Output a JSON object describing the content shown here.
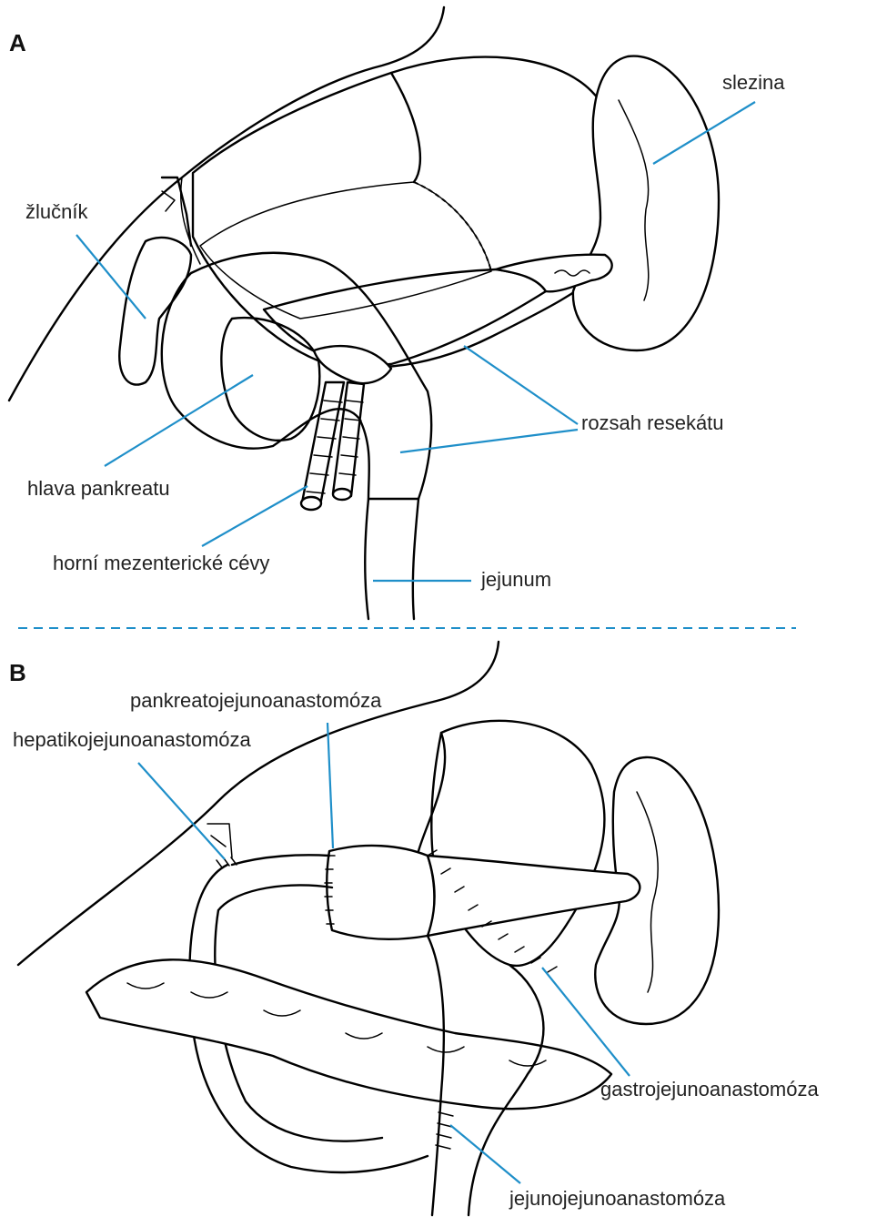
{
  "colors": {
    "leader_line": "#1f8fc9",
    "separator": "#1f8fc9",
    "outline": "#000000",
    "text": "#222222"
  },
  "panel_a": {
    "label": "A",
    "labels": {
      "slezina": "slezina",
      "zlucnik": "žlučník",
      "rozsah_resekatu": "rozsah resekátu",
      "hlava_pankreatu": "hlava pankreatu",
      "horni_mezentericke_cevy": "horní mezenterické cévy",
      "jejunum": "jejunum"
    }
  },
  "panel_b": {
    "label": "B",
    "labels": {
      "pankreatojejunoanastomoza": "pankreatojejunoanastomóza",
      "hepatikojejunoanastomoza": "hepatikojejunoanastomóza",
      "gastrojejunoanastomoza": "gastrojejunoanastomóza",
      "jejunojejunoanastomoza": "jejunojejunoanastomóza"
    }
  }
}
